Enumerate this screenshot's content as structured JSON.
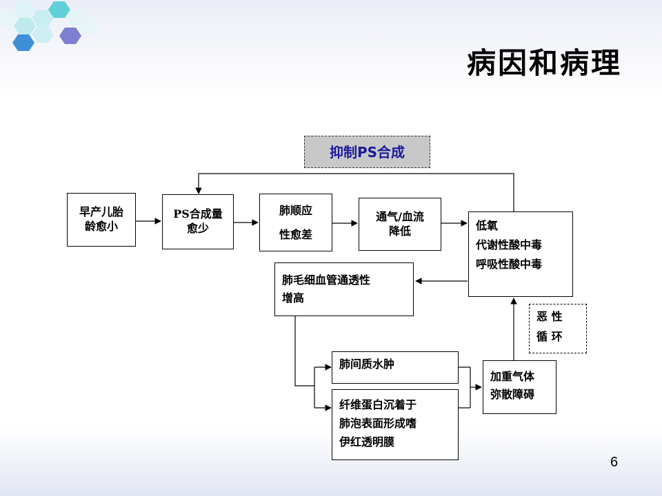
{
  "slide": {
    "title": "病因和病理",
    "page_number": "6"
  },
  "diagram": {
    "inhibit_ps": "抑制PS合成",
    "preterm": [
      "早产儿胎",
      "龄愈小"
    ],
    "ps_synthesis": [
      "PS合成量",
      "愈少"
    ],
    "lung_compliance": [
      "肺顺应",
      "性愈差"
    ],
    "ventilation": [
      "通气/血流",
      "降低"
    ],
    "hypoxia": [
      "低氧",
      "代谢性酸中毒",
      "呼吸性酸中毒"
    ],
    "capillary": [
      "肺毛细血管通透性",
      "增高"
    ],
    "vicious_cycle": [
      "恶 性",
      "循 环"
    ],
    "interstitial_edema": "肺间质水肿",
    "hyaline_membrane": [
      "纤维蛋白沉着于",
      "肺泡表面形成嗜",
      "伊红透明膜"
    ],
    "diffusion_disorder": [
      "加重气体",
      "弥散障碍"
    ]
  },
  "colors": {
    "hex_teal": "#5fd0d8",
    "hex_blue": "#3f8fd6",
    "hex_purple": "#7d7fd0",
    "inhibit_text": "#1a1a9c"
  }
}
